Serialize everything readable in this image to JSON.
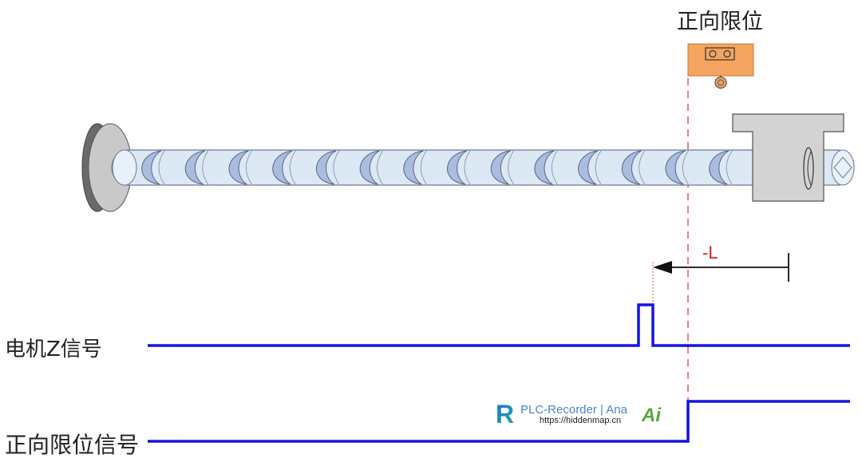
{
  "labels": {
    "limit_switch_title": "正向限位",
    "distance": "-L",
    "motor_z_signal": "电机Z信号",
    "limit_signal": "正向限位信号"
  },
  "watermark": {
    "logo_letter": "R",
    "brand": "PLC-Recorder | Ana",
    "url": "https://hiddenmap.cn",
    "ai_logo": "Ai"
  },
  "icons": {
    "limit_switch": "limit-switch-icon",
    "ball_screw": "ball-screw-icon",
    "nut": "screw-nut-icon"
  },
  "colors": {
    "signal": "#1414e0",
    "limit_switch": "#f4a460",
    "marker": "#e05555",
    "distance_text": "#e02020",
    "shaft": "#dde8f5",
    "thread": "#a9bedf",
    "nut": "#d3d3d3",
    "brand_text": "#4a86c5",
    "ai_logo": "#5aa83c"
  }
}
